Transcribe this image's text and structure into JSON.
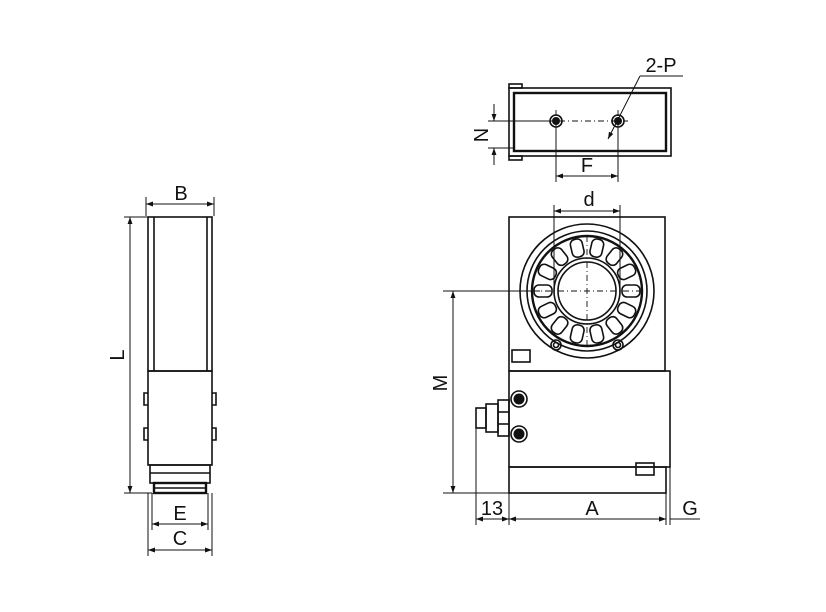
{
  "labels": {
    "B": "B",
    "L": "L",
    "E": "E",
    "C": "C",
    "N": "N",
    "F": "F",
    "P": "2-P",
    "d": "d",
    "M": "M",
    "offset": "13",
    "A": "A",
    "G": "G"
  }
}
